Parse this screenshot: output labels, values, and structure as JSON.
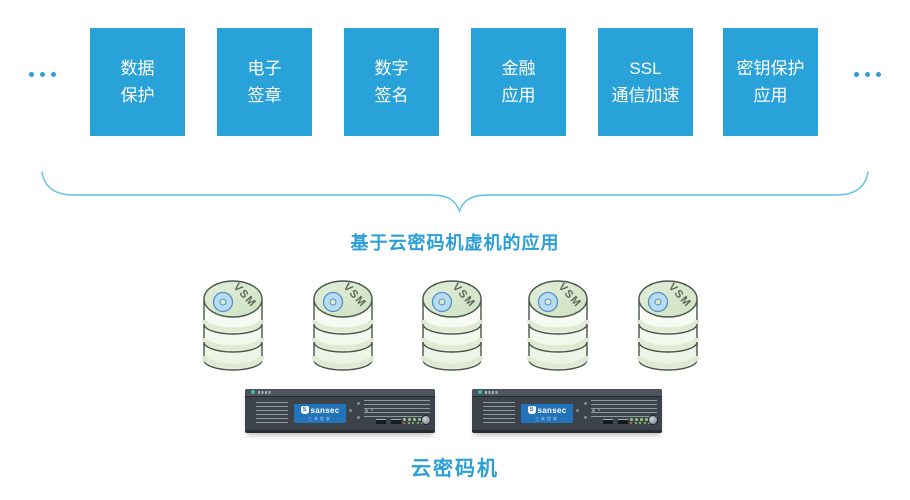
{
  "top_row": {
    "ellipsis_icon": "three-dots",
    "boxes": [
      {
        "line1": "数据",
        "line2": "保护"
      },
      {
        "line1": "电子",
        "line2": "签章"
      },
      {
        "line1": "数字",
        "line2": "签名"
      },
      {
        "line1": "金融",
        "line2": "应用"
      },
      {
        "line1": "SSL",
        "line2": "通信加速"
      },
      {
        "line1": "密钥保护",
        "line2": "应用"
      }
    ]
  },
  "vm_section": {
    "title": "基于云密码机虚机的应用",
    "vsm_label": "VSM",
    "vm_count": 5
  },
  "server_section": {
    "title": "云密码机",
    "brand": "sansec",
    "brand_initial": "S",
    "brand_sub": "三未信安",
    "server_count": 2
  },
  "colors": {
    "box_blue": "#29a2da",
    "title_blue": "#2b9fd6",
    "brace_blue": "#5fc0e8",
    "cylinder_top_green": "#d8e6ce",
    "cylinder_outline": "#49564a",
    "disc_blue": "#b9dcf3",
    "server_body": "#3d434b",
    "server_panel_blue": "#2273ba",
    "led_green": "#8bc878"
  }
}
